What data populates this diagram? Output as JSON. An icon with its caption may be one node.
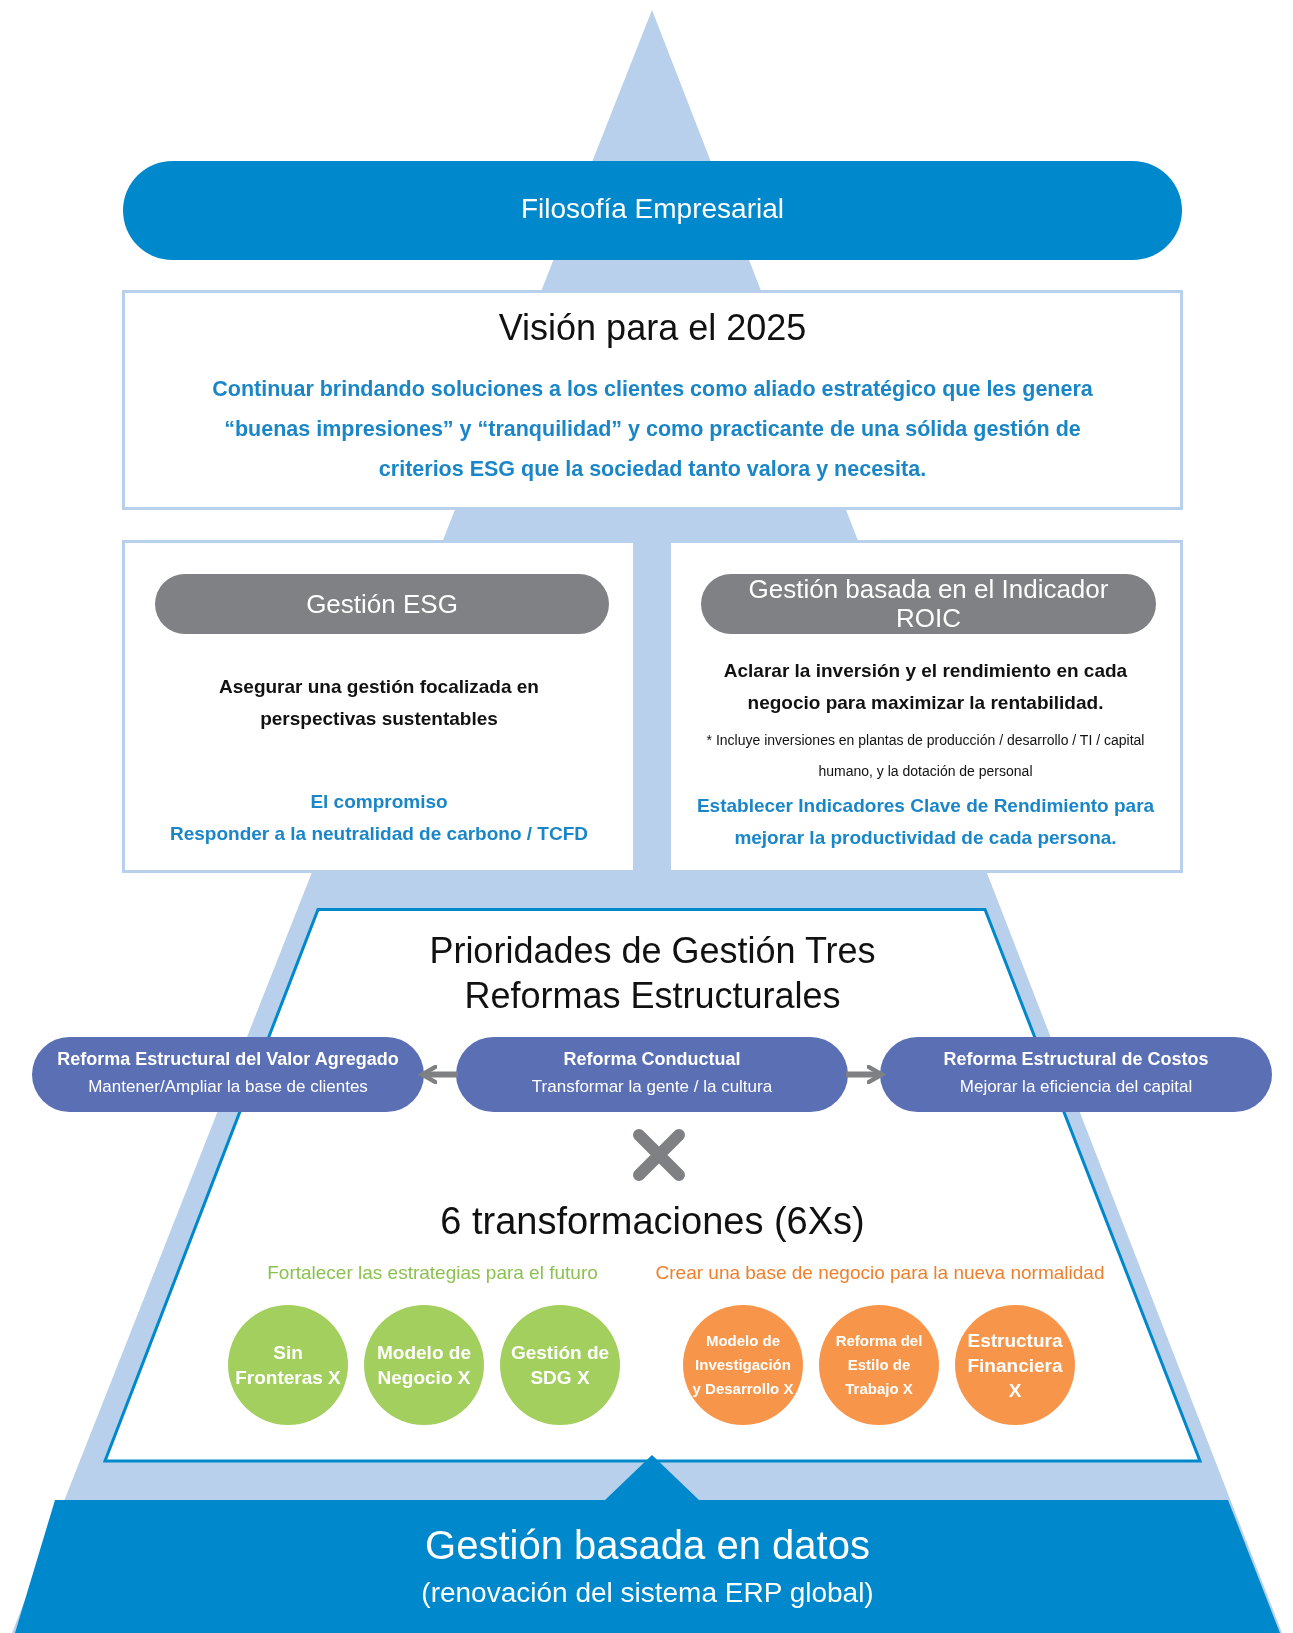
{
  "diagram": {
    "nodes": [
      {
        "text": [
          "Filosofía Empresarial"
        ]
      },
      {
        "text": [
          "Visión para el 2025",
          "Continuar brindando soluciones a los clientes como aliado estratégico que les genera “buenas impresiones” y “tranquilidad” y como practicante de una sólida gestión de criterios ESG que la sociedad tanto valora y necesita."
        ]
      },
      {
        "text": [
          "Asegurar una gestión focalizada en perspectivas sustentables",
          "El compromiso",
          "Responder a la neutralidad de carbono / TCFD"
        ]
      },
      {
        "text": [
          "Gestión ESG"
        ],
        "in": 2
      },
      {
        "text": [
          "Aclarar la inversión y el rendimiento en cada negocio para maximizar la rentabilidad.",
          "* Incluye inversiones en plantas de producción / desarrollo / TI / capital humano, y la dotación de personal",
          "Establecer Indicadores Clave de Rendimiento para mejorar la productividad de cada persona."
        ]
      },
      {
        "text": [
          "Gestión basada en el Indicador ROIC"
        ],
        "in": 4
      },
      {
        "text": [
          "Prioridades de Gestión Tres Reformas Estructurales",
          "6 transformaciones (6Xs)"
        ]
      },
      {
        "text": [
          "Reforma Estructural del Valor Agregado",
          "Mantener/Ampliar la base de clientes"
        ]
      },
      {
        "text": [
          "Reforma Conductual",
          "Transformar la gente / la cultura"
        ],
        "in": 6
      },
      {
        "text": [
          "Reforma Estructural de Costos",
          "Mejorar la eficiencia del capital"
        ]
      },
      {
        "text": [
          "Sin Fronteras X"
        ],
        "in": 6
      },
      {
        "text": [
          "Modelo de Negocio X"
        ],
        "in": 6
      },
      {
        "text": [
          "Gestión de SDG X"
        ],
        "in": 6
      },
      {
        "text": [
          "Modelo de Investigación y Desarrollo X"
        ],
        "in": 6
      },
      {
        "text": [
          "Reforma del Estilo de Trabajo X"
        ],
        "in": 6
      },
      {
        "text": [
          "Estructura Financiera X"
        ],
        "in": 6
      },
      {
        "text": [
          "Gestión basada en datos",
          "(renovación del sistema ERP global)"
        ]
      }
    ],
    "edges": [
      {
        "from": 8,
        "to": 7,
        "arrow": "to"
      },
      {
        "from": 8,
        "to": 9,
        "arrow": "to"
      }
    ],
    "labels": [
      "Fortalecer las estrategias para el futuro",
      "Crear una base de negocio para la nueva normalidad"
    ]
  }
}
